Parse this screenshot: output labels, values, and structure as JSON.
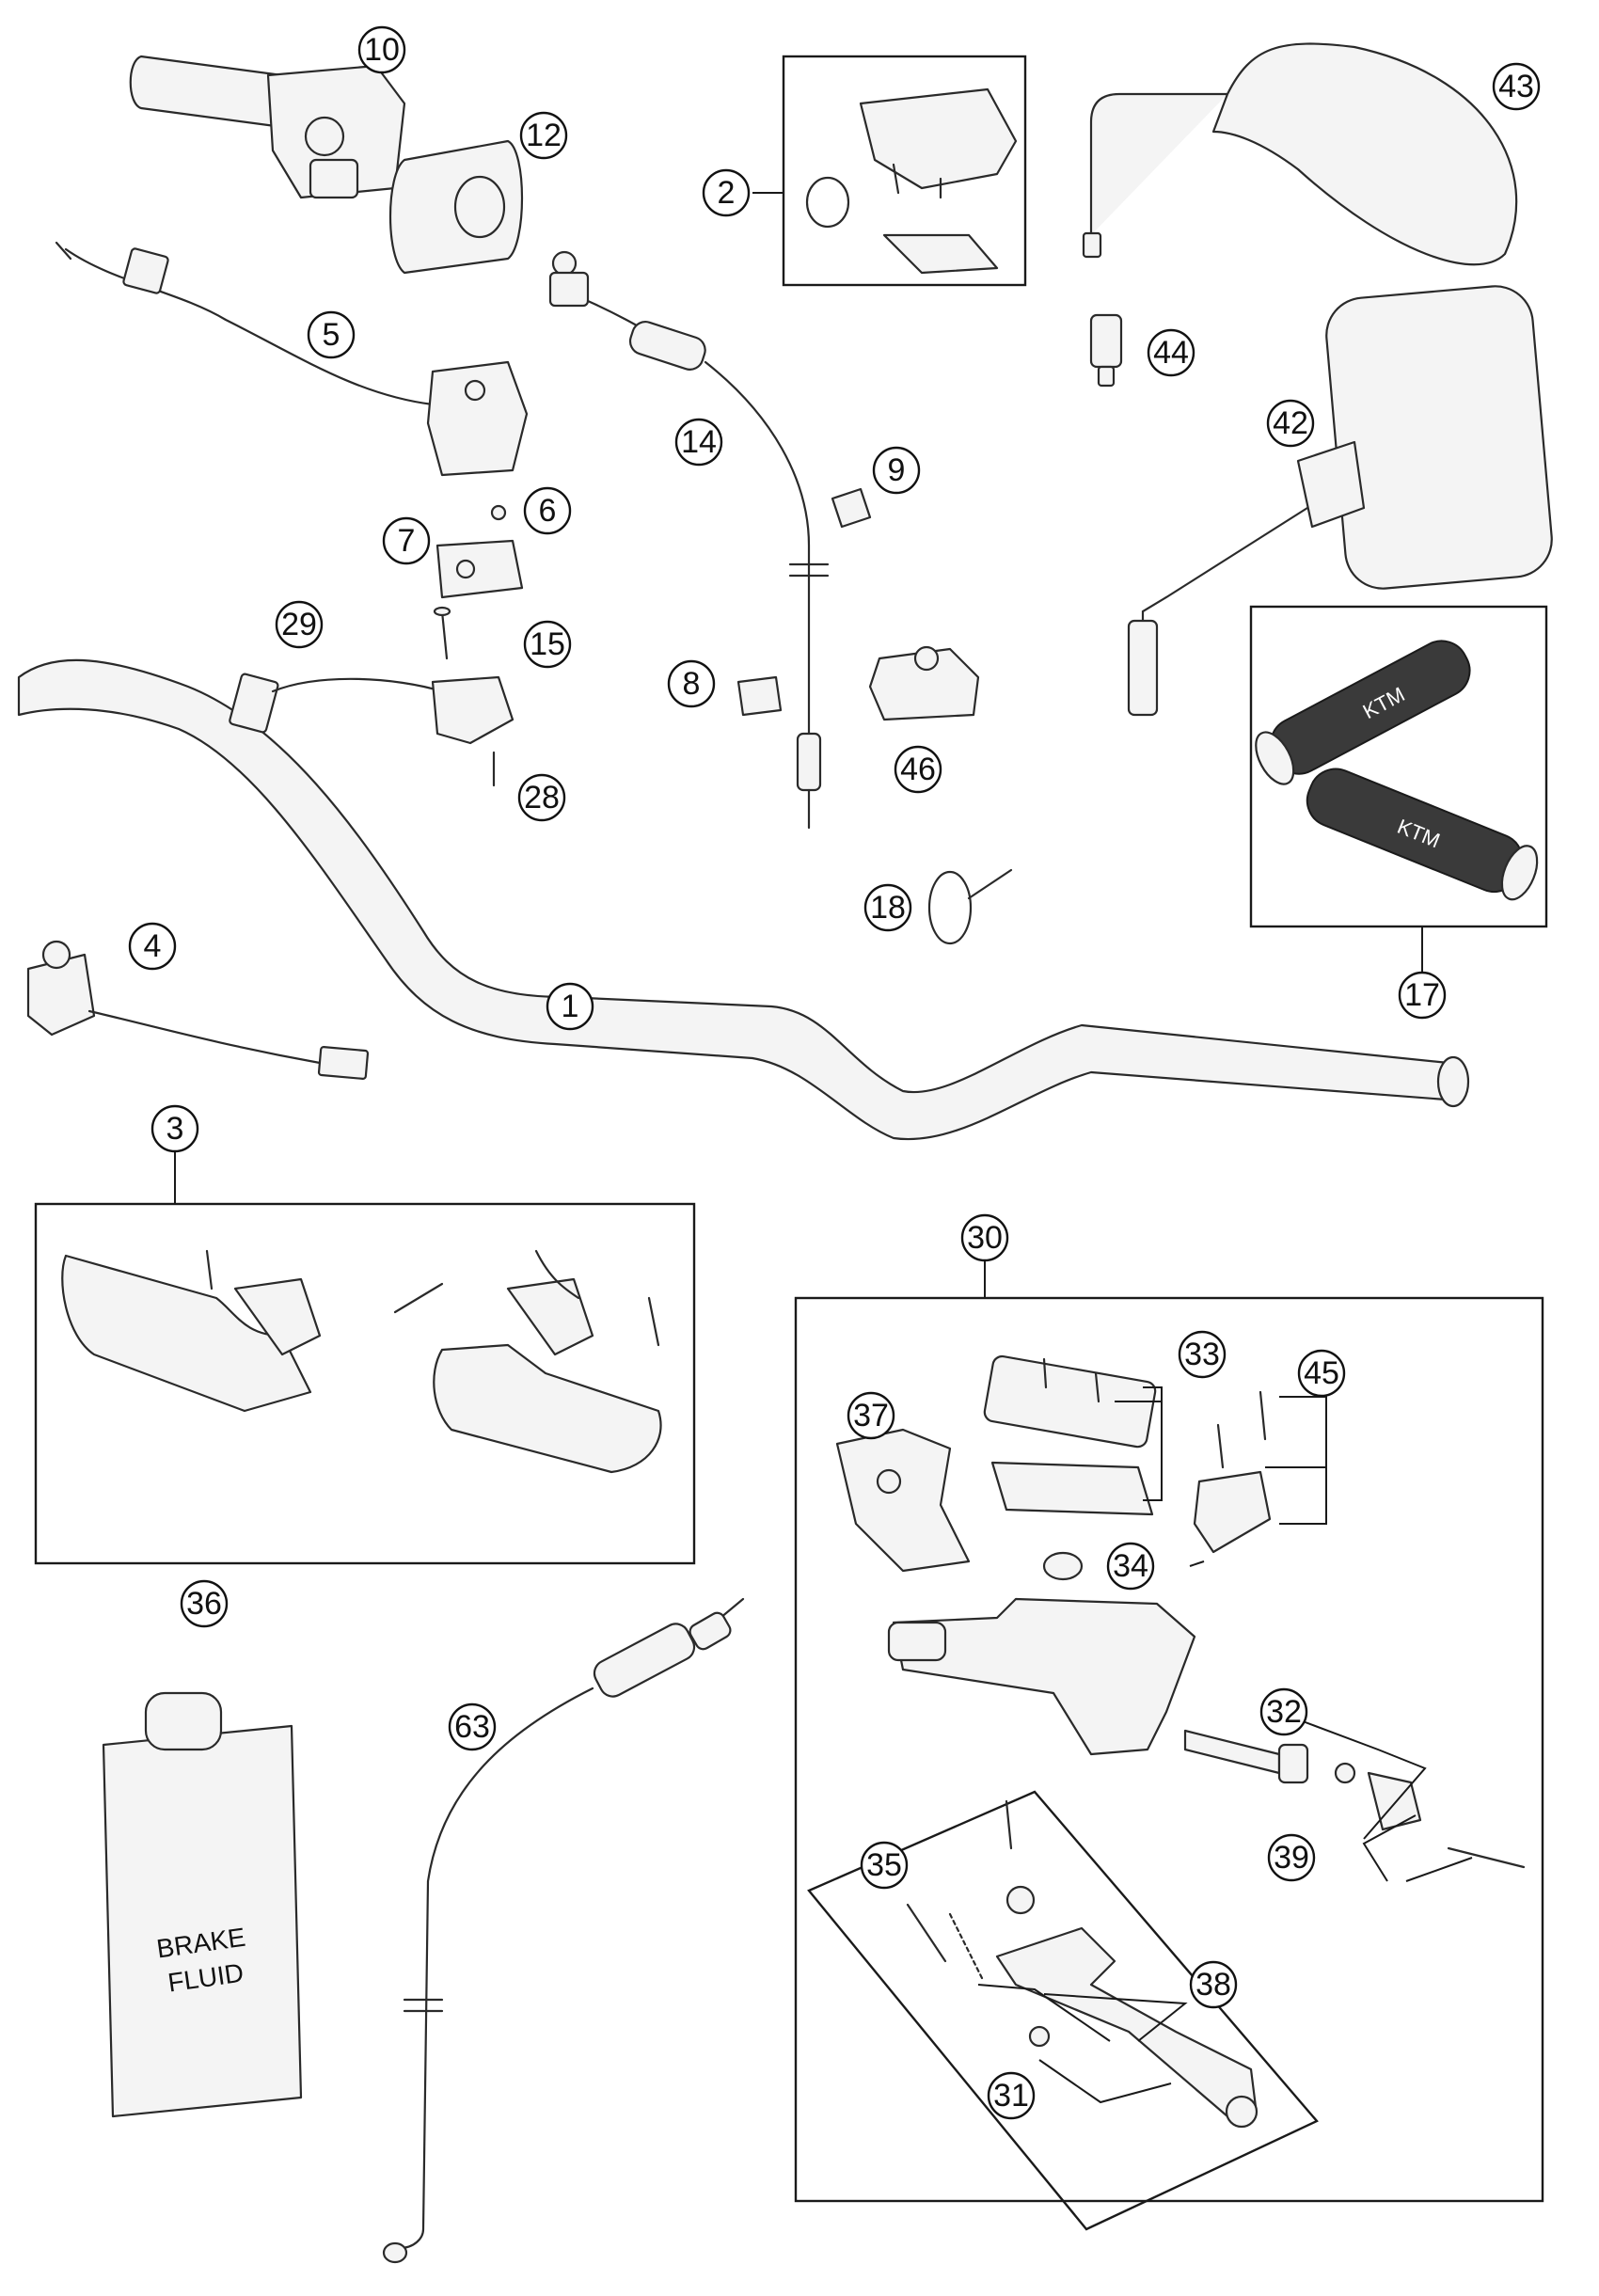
{
  "callouts": {
    "c1": "1",
    "c2": "2",
    "c3": "3",
    "c4": "4",
    "c5": "5",
    "c6": "6",
    "c7": "7",
    "c8": "8",
    "c9": "9",
    "c10": "10",
    "c12": "12",
    "c14": "14",
    "c15": "15",
    "c17": "17",
    "c18": "18",
    "c28": "28",
    "c29": "29",
    "c30": "30",
    "c31": "31",
    "c32": "32",
    "c33": "33",
    "c34": "34",
    "c35": "35",
    "c36": "36",
    "c37": "37",
    "c38": "38",
    "c39": "39",
    "c42": "42",
    "c43": "43",
    "c44": "44",
    "c45": "45",
    "c46": "46",
    "c63": "63"
  },
  "container_label": {
    "line1": "BRAKE",
    "line2": "FLUID"
  },
  "grip_logo": "KTM"
}
